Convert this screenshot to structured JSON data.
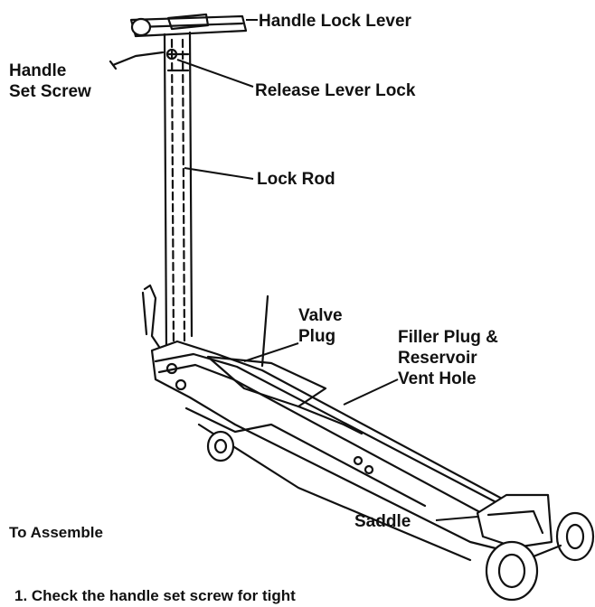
{
  "labels": {
    "handle_lock_lever": "Handle Lock Lever",
    "handle_set_screw": "Handle\nSet Screw",
    "release_lever_lock": "Release Lever Lock",
    "lock_rod": "Lock Rod",
    "valve_plug": "Valve\nPlug",
    "filler_plug": "Filler Plug &\nReservoir\nVent Hole",
    "saddle": "Saddle"
  },
  "section": {
    "heading": "To Assemble",
    "step1": "1. Check the handle set screw for tight"
  }
}
